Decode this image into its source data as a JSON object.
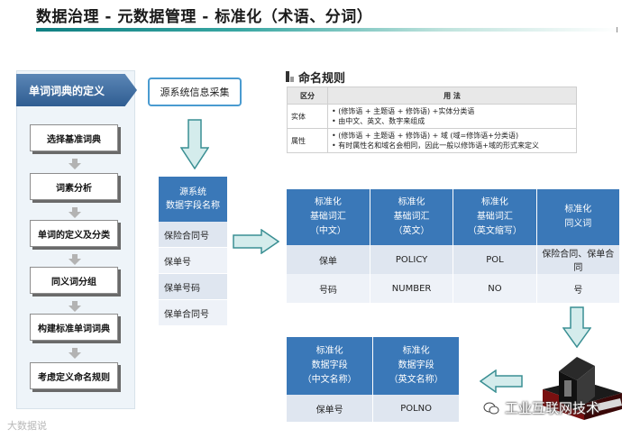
{
  "title": "数据治理 - 元数据管理 - 标准化（术语、分词）",
  "flow": {
    "header": "单词词典的定义",
    "steps": [
      "选择基准词典",
      "词素分析",
      "单词的定义及分类",
      "同义词分组",
      "构建标准单词词典",
      "考虑定义命名规则"
    ]
  },
  "source": {
    "collect_label": "源系统信息采集",
    "table_header": [
      "源系统",
      "数据字段名称"
    ],
    "rows": [
      "保险合同号",
      "保单号",
      "保单号码",
      "保单合同号"
    ]
  },
  "naming_rules": {
    "title": "命名规则",
    "headers": [
      "区分",
      "用 法"
    ],
    "rows": [
      {
        "key": "实体",
        "lines": [
          "• (修饰语 + 主题语 + 修饰语) +实体分类语",
          "• 由中文、英文、数字来组成"
        ]
      },
      {
        "key": "属性",
        "lines": [
          "• (修饰语 + 主题语 + 修饰语) + 域 (域=修饰语+分类语)",
          "• 有时属性名和域名会相同，因此一般以修饰语+域的形式来定义"
        ]
      }
    ]
  },
  "vocab": {
    "headers": [
      [
        "标准化",
        "基础词汇",
        "（中文）"
      ],
      [
        "标准化",
        "基础词汇",
        "（英文）"
      ],
      [
        "标准化",
        "基础词汇",
        "（英文缩写）"
      ],
      [
        "标准化",
        "同义词"
      ]
    ],
    "rows": [
      [
        "保单",
        "POLICY",
        "POL",
        "保险合同、保单合同"
      ],
      [
        "号码",
        "NUMBER",
        "NO",
        "号"
      ]
    ]
  },
  "fields": {
    "headers": [
      [
        "标准化",
        "数据字段",
        "（中文名称）"
      ],
      [
        "标准化",
        "数据字段",
        "（英文名称）"
      ]
    ],
    "rows": [
      [
        "保单号",
        "POLNO"
      ]
    ]
  },
  "watermark_left": "大数据说",
  "watermark_right": "工业互联网技术"
}
